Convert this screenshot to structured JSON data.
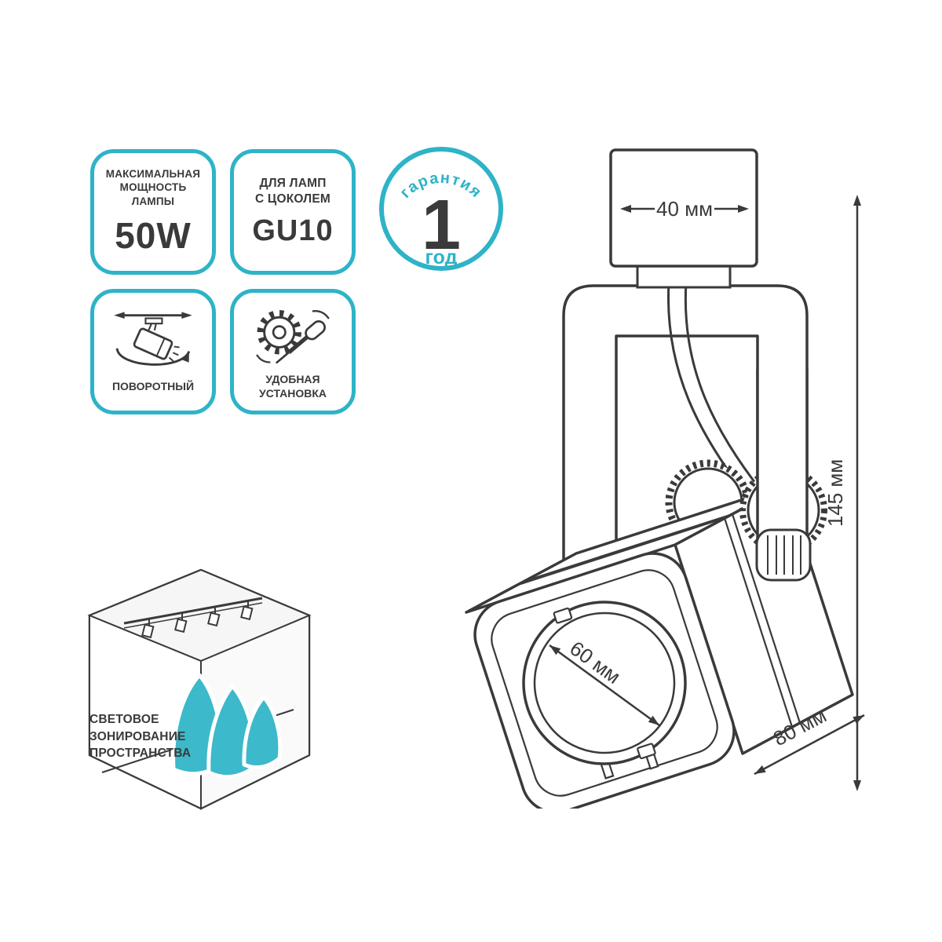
{
  "colors": {
    "accent": "#2eb3c7",
    "ink": "#3a3a3a",
    "light": "#3cb9ca"
  },
  "badge_max_power": {
    "line1": "МАКСИМАЛЬНАЯ",
    "line2": "МОЩНОСТЬ",
    "line3": "ЛАМПЫ",
    "value": "50W"
  },
  "badge_socket": {
    "line1": "ДЛЯ ЛАМП",
    "line2": "С ЦОКОЛЕМ",
    "value": "GU10"
  },
  "badge_warranty": {
    "arc_label": "гарантия",
    "value": "1",
    "unit": "год"
  },
  "badge_rotary": {
    "label": "ПОВОРОТНЫЙ"
  },
  "badge_install": {
    "line1": "УДОБНАЯ",
    "line2": "УСТАНОВКА"
  },
  "zoning_caption": {
    "line1": "СВЕТОВОЕ",
    "line2": "ЗОНИРОВАНИЕ",
    "line3": "ПРОСТРАНСТВА"
  },
  "dimensions": {
    "track_width": "40 мм",
    "height": "145 мм",
    "depth": "80 мм",
    "lens_diameter": "60 мм"
  }
}
